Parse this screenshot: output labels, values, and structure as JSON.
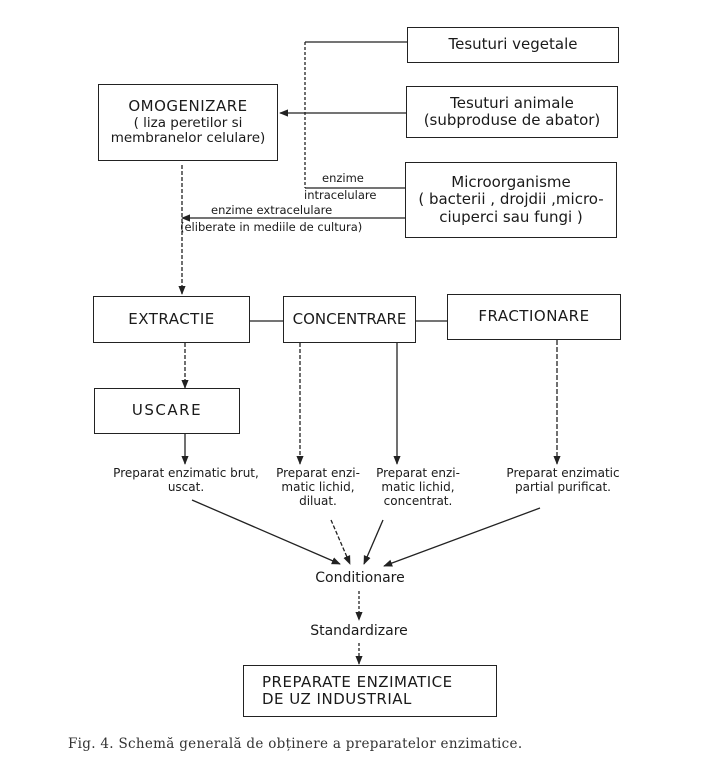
{
  "sources": {
    "plant": {
      "title": "Tesuturi vegetale"
    },
    "animal": {
      "title": "Tesuturi animale",
      "subtitle": "(subproduse de abator)"
    },
    "micro": {
      "title": "Microorganisme",
      "line2": "( bacterii , drojdii ,micro-",
      "line3": "ciuperci sau fungi )"
    }
  },
  "homogenization": {
    "title": "OMOGENIZARE",
    "line2": "( liza peretilor si",
    "line3": "membranelor celulare)"
  },
  "edge_labels": {
    "intracellular_1": "enzime",
    "intracellular_2": "intracelulare",
    "extracellular_1": "enzime extracelulare",
    "extracellular_2": "(eliberate in mediile de cultura)"
  },
  "process": {
    "extraction": "EXTRACTIE",
    "concentration": "CONCENTRARE",
    "fractionation": "FRACTIONARE",
    "drying": "USCARE"
  },
  "products": {
    "crude_dry": {
      "line1": "Preparat enzimatic brut,",
      "line2": "uscat."
    },
    "liquid_diluted": {
      "line1": "Preparat enzi-",
      "line2": "matic lichid,",
      "line3": "diluat."
    },
    "liquid_concentrated": {
      "line1": "Preparat enzi-",
      "line2": "matic lichid,",
      "line3": "concentrat."
    },
    "partially_purified": {
      "line1": "Preparat enzimatic",
      "line2": "partial purificat."
    }
  },
  "steps": {
    "conditioning": "Conditionare",
    "standardization": "Standardizare"
  },
  "final": {
    "line1": "PREPARATE ENZIMATICE",
    "line2": "DE UZ INDUSTRIAL"
  },
  "caption": "Fig. 4. Schemă generală de obținere a preparatelor enzimatice."
}
